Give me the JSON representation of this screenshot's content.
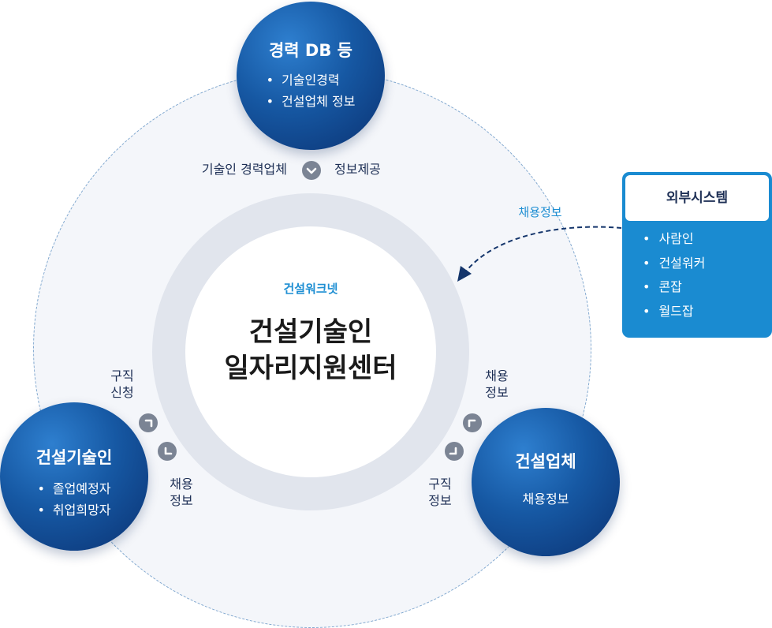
{
  "top_node": {
    "title": "경력 DB 등",
    "items": [
      "기술인경력",
      "건설업체 정보"
    ]
  },
  "top_labels": {
    "left": "기술인 경력업체",
    "right": "정보제공"
  },
  "center": {
    "subtitle": "건설워크넷",
    "title_line1": "건설기술인",
    "title_line2": "일자리지원센터"
  },
  "left_node": {
    "title": "건설기술인",
    "items": [
      "졸업예정자",
      "취업희망자"
    ]
  },
  "right_node": {
    "title": "건설업체",
    "subtitle": "채용정보"
  },
  "left_labels": {
    "upper": [
      "구직",
      "신청"
    ],
    "lower": [
      "채용",
      "정보"
    ]
  },
  "right_labels": {
    "upper": [
      "채용",
      "정보"
    ],
    "lower": [
      "구직",
      "정보"
    ]
  },
  "external": {
    "title": "외부시스템",
    "items": [
      "사람인",
      "건설워커",
      "콘잡",
      "월드잡"
    ],
    "arrow_label": "채용정보"
  },
  "colors": {
    "node_dark": "#0b3272",
    "node_light": "#2e7fcf",
    "accent": "#1a8bd1",
    "text_dark": "#1d2f55",
    "ring": "#e1e5ed"
  }
}
